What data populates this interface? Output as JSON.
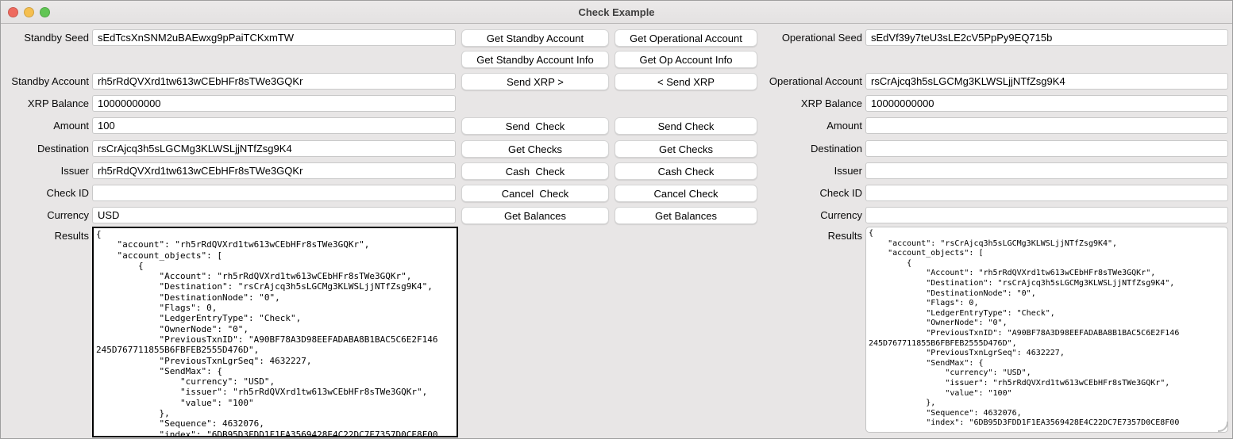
{
  "window": {
    "title": "Check Example"
  },
  "left": {
    "labels": {
      "seed": "Standby Seed",
      "account": "Standby Account",
      "balance": "XRP Balance",
      "amount": "Amount",
      "destination": "Destination",
      "issuer": "Issuer",
      "check_id": "Check ID",
      "currency": "Currency",
      "results": "Results"
    },
    "values": {
      "seed": "sEdTcsXnSNM2uBAEwxg9pPaiTCKxmTW",
      "account": "rh5rRdQVXrd1tw613wCEbHFr8sTWe3GQKr",
      "balance": "10000000000",
      "amount": "100",
      "destination": "rsCrAjcq3h5sLGCMg3KLWSLjjNTfZsg9K4",
      "issuer": "rh5rRdQVXrd1tw613wCEbHFr8sTWe3GQKr",
      "check_id": "",
      "currency": "USD"
    },
    "results": "{\n    \"account\": \"rh5rRdQVXrd1tw613wCEbHFr8sTWe3GQKr\",\n    \"account_objects\": [\n        {\n            \"Account\": \"rh5rRdQVXrd1tw613wCEbHFr8sTWe3GQKr\",\n            \"Destination\": \"rsCrAjcq3h5sLGCMg3KLWSLjjNTfZsg9K4\",\n            \"DestinationNode\": \"0\",\n            \"Flags\": 0,\n            \"LedgerEntryType\": \"Check\",\n            \"OwnerNode\": \"0\",\n            \"PreviousTxnID\": \"A90BF78A3D98EEFADABA8B1BAC5C6E2F146\n245D767711855B6FBFEB2555D476D\",\n            \"PreviousTxnLgrSeq\": 4632227,\n            \"SendMax\": {\n                \"currency\": \"USD\",\n                \"issuer\": \"rh5rRdQVXrd1tw613wCEbHFr8sTWe3GQKr\",\n                \"value\": \"100\"\n            },\n            \"Sequence\": 4632076,\n            \"index\": \"6DB95D3FDD1F1EA3569428E4C22DC7E7357D0CE8F00"
  },
  "right": {
    "labels": {
      "seed": "Operational Seed",
      "account": "Operational Account",
      "balance": "XRP Balance",
      "amount": "Amount",
      "destination": "Destination",
      "issuer": "Issuer",
      "check_id": "Check ID",
      "currency": "Currency",
      "results": "Results"
    },
    "values": {
      "seed": "sEdVf39y7teU3sLE2cV5PpPy9EQ715b",
      "account": "rsCrAjcq3h5sLGCMg3KLWSLjjNTfZsg9K4",
      "balance": "10000000000",
      "amount": "",
      "destination": "",
      "issuer": "",
      "check_id": "",
      "currency": ""
    },
    "results": "{\n    \"account\": \"rsCrAjcq3h5sLGCMg3KLWSLjjNTfZsg9K4\",\n    \"account_objects\": [\n        {\n            \"Account\": \"rh5rRdQVXrd1tw613wCEbHFr8sTWe3GQKr\",\n            \"Destination\": \"rsCrAjcq3h5sLGCMg3KLWSLjjNTfZsg9K4\",\n            \"DestinationNode\": \"0\",\n            \"Flags\": 0,\n            \"LedgerEntryType\": \"Check\",\n            \"OwnerNode\": \"0\",\n            \"PreviousTxnID\": \"A90BF78A3D98EEFADABA8B1BAC5C6E2F146\n245D767711855B6FBFEB2555D476D\",\n            \"PreviousTxnLgrSeq\": 4632227,\n            \"SendMax\": {\n                \"currency\": \"USD\",\n                \"issuer\": \"rh5rRdQVXrd1tw613wCEbHFr8sTWe3GQKr\",\n                \"value\": \"100\"\n            },\n            \"Sequence\": 4632076,\n            \"index\": \"6DB95D3FDD1F1EA3569428E4C22DC7E7357D0CE8F00"
  },
  "buttons": {
    "standby": [
      "Get Standby Account",
      "Get Standby Account Info",
      "Send XRP >",
      "Send  Check",
      "Get Checks",
      "Cash  Check",
      "Cancel  Check",
      "Get Balances"
    ],
    "operational": [
      "Get Operational Account",
      "Get Op Account Info",
      "< Send XRP",
      "Send Check",
      "Get Checks",
      "Cash Check",
      "Cancel Check",
      "Get Balances"
    ]
  }
}
